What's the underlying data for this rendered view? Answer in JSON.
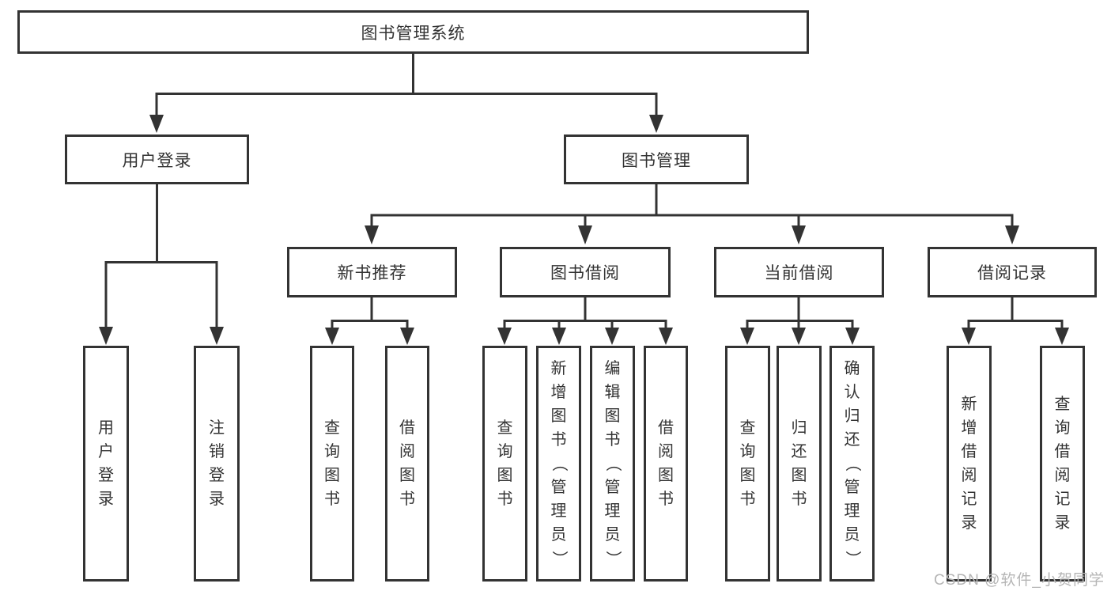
{
  "diagram": {
    "root_label": "图书管理系统",
    "level2": {
      "user_login": "用户登录",
      "book_management": "图书管理"
    },
    "level3": {
      "new_book_recommend": "新书推荐",
      "book_borrowing": "图书借阅",
      "current_borrowing": "当前借阅",
      "borrowing_records": "借阅记录"
    },
    "leaves": {
      "login": "用户登录",
      "logout": "注销登录",
      "recommend_query_books": "查询图书",
      "recommend_borrow_books": "借阅图书",
      "borrowing_query_books": "查询图书",
      "borrowing_add_books": "新增图书（管理员）",
      "borrowing_edit_books": "编辑图书（管理员）",
      "borrowing_borrow_books": "借阅图书",
      "current_query_books": "查询图书",
      "current_return_books": "归还图书",
      "current_confirm_return": "确认归还（管理员）",
      "records_add_record": "新增借阅记录",
      "records_query_record": "查询借阅记录"
    }
  },
  "watermark": "CSDN @软件_小贺同学",
  "colors": {
    "line": "#333333",
    "text": "#333333",
    "watermark": "#b5b5b5",
    "background": "#ffffff"
  }
}
